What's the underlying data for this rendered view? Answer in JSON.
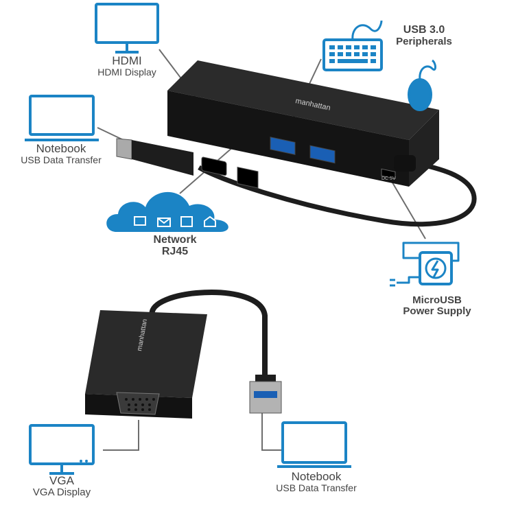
{
  "colors": {
    "icon_blue": "#1b84c5",
    "device_black": "#1d1d1d",
    "line_gray": "#6d6d6d",
    "text_gray": "#444444"
  },
  "labels": {
    "hdmi": {
      "title": "HDMI",
      "subtitle": "HDMI Display",
      "icon": "monitor-icon"
    },
    "usb3": {
      "title": "USB 3.0",
      "subtitle": "Peripherals",
      "icons": [
        "keyboard-icon",
        "mouse-icon"
      ]
    },
    "notebook_top": {
      "title": "Notebook",
      "subtitle": "USB Data Transfer",
      "icon": "laptop-icon"
    },
    "network": {
      "title": "Network",
      "subtitle": "RJ45",
      "icon": "cloud-icon"
    },
    "power": {
      "title": "MicroUSB",
      "subtitle": "Power Supply",
      "icon": "power-adapter-icon"
    },
    "vga": {
      "title": "VGA",
      "subtitle": "VGA Display",
      "icon": "monitor-icon"
    },
    "notebook_bottom": {
      "title": "Notebook",
      "subtitle": "USB Data Transfer",
      "icon": "laptop-icon"
    }
  },
  "devices": {
    "hub_brand": "manhattan",
    "hub_port_label": "DC 5V",
    "vga_adapter_brand": "manhattan"
  }
}
